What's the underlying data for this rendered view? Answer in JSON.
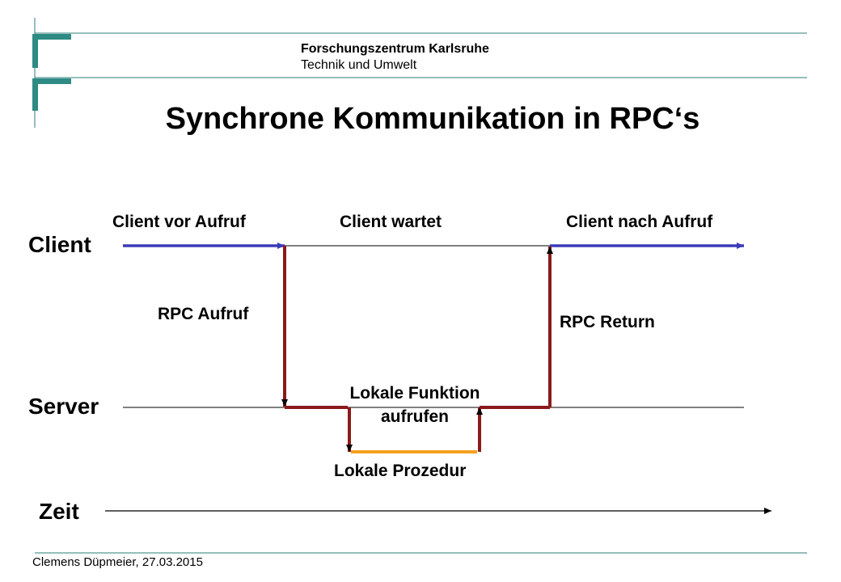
{
  "header": {
    "org_name": "Forschungszentrum Karlsruhe",
    "org_subtitle": "Technik und Umwelt",
    "logo_color": "#2e8b84",
    "rule_color": "#2e7d7a"
  },
  "slide": {
    "title": "Synchrone Kommunikation in RPC‘s"
  },
  "diagram": {
    "lanes": {
      "client": "Client",
      "server": "Server",
      "time": "Zeit"
    },
    "labels": {
      "client_before": "Client vor Aufruf",
      "client_waits": "Client wartet",
      "client_after": "Client nach Aufruf",
      "rpc_call": "RPC Aufruf",
      "rpc_return": "RPC Return",
      "local_function_line1": "Lokale Funktion",
      "local_function_line2": "aufrufen",
      "local_procedure": "Lokale Prozedur"
    },
    "colors": {
      "client_active": "#3b3bb8",
      "rpc_path": "#8b1a1a",
      "local_procedure": "#f5a020",
      "axis": "#000000"
    }
  },
  "footer": {
    "author_date": "Clemens Düpmeier, 27.03.2015"
  }
}
